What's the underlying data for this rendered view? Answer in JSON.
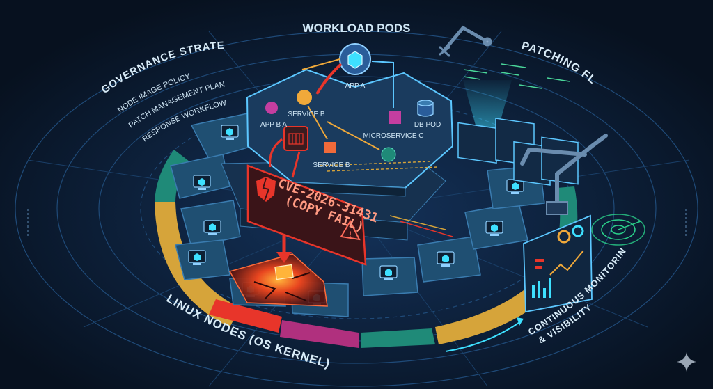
{
  "labels": {
    "workload_pods": "WORKLOAD PODS",
    "patching_flow": "PATCHING FLOW",
    "governance_strategy": "GOVERNANCE STRATEGY",
    "node_image_policy": "NODE IMAGE POLICY",
    "patch_management_plan": "PATCH MANAGEMENT PLAN",
    "response_workflow": "RESPONSE WORKFLOW",
    "linux_nodes": "LINUX NODES (OS KERNEL)",
    "continuous_monitoring": "CONTINUOUS MONITORING",
    "visibility": "& VISIBILITY"
  },
  "pods": {
    "app_a": "APP A",
    "service_b_top": "SERVICE B",
    "app_b_a": "APP B A",
    "service_b_low": "SERVICE B",
    "microservice_c": "MICROSERVICE C",
    "db_pod": "DB POD"
  },
  "alert": {
    "cve": "CVE-2026-31431",
    "note": "(COPY FAIL)"
  },
  "colors": {
    "background": "#0a1628",
    "grid_line": "#1f4a78",
    "node_tile": "#1f4f72",
    "alert_red": "#e8352a",
    "ring_teal": "#1f8a78",
    "ring_yellow": "#d6a43a",
    "ring_magenta": "#b0307e",
    "holo_cyan": "#3ee0ff"
  },
  "icons": {
    "node": "monitor-cube-icon",
    "warning": "warning-triangle-icon",
    "shield": "broken-shield-icon",
    "robot": "robot-arm-icon",
    "radar": "radar-icon",
    "sparkle": "sparkle-icon"
  }
}
